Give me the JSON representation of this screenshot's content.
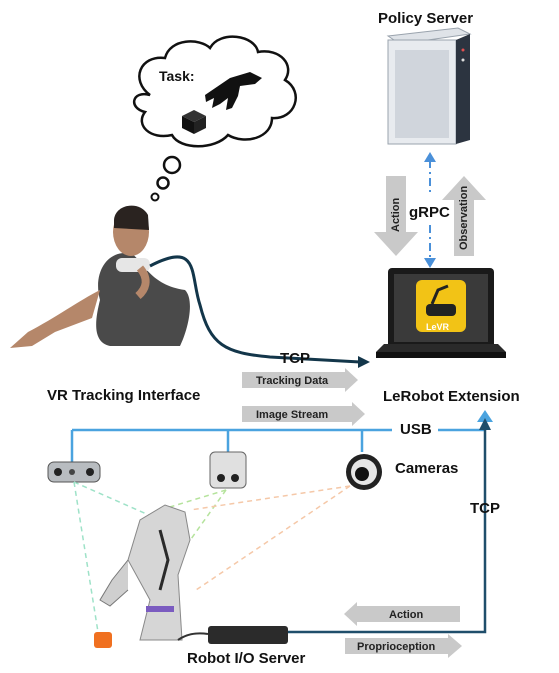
{
  "thought_bubble": {
    "task_label": "Task:"
  },
  "policy_server": {
    "label": "Policy Server"
  },
  "grpc": {
    "label": "gRPC",
    "action_label": "Action",
    "observation_label": "Observation"
  },
  "laptop": {
    "logo_text": "LeVR",
    "label": "LeRobot Extension"
  },
  "vr": {
    "label": "VR Tracking Interface",
    "tcp_label": "TCP",
    "tracking_data_label": "Tracking Data",
    "image_stream_label": "Image Stream"
  },
  "usb": {
    "label": "USB"
  },
  "cameras": {
    "label": "Cameras"
  },
  "robot_io": {
    "tcp_label": "TCP",
    "action_label": "Action",
    "proprioception_label": "Proprioception",
    "label": "Robot I/O Server"
  },
  "colors": {
    "usb_line": "#4aa3df",
    "tcp_line_dark": "#1f4e6b",
    "grpc_dash": "#4a90d9",
    "gray_arrow": "#c9c9c9"
  }
}
